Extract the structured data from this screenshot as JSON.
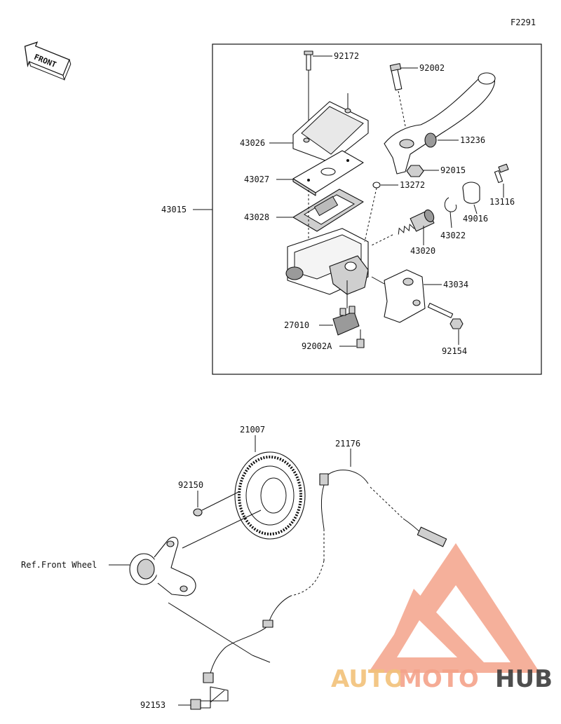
{
  "diagram": {
    "code": "F2291",
    "front_tag": "FRONT",
    "reference_label": "Ref.Front Wheel",
    "parts": [
      {
        "id": "p92172",
        "number": "92172"
      },
      {
        "id": "p92002",
        "number": "92002"
      },
      {
        "id": "p43026",
        "number": "43026"
      },
      {
        "id": "p13236",
        "number": "13236"
      },
      {
        "id": "p92015",
        "number": "92015"
      },
      {
        "id": "p43027",
        "number": "43027"
      },
      {
        "id": "p13272",
        "number": "13272"
      },
      {
        "id": "p13116",
        "number": "13116"
      },
      {
        "id": "p43015",
        "number": "43015"
      },
      {
        "id": "p43028",
        "number": "43028"
      },
      {
        "id": "p49016",
        "number": "49016"
      },
      {
        "id": "p43022",
        "number": "43022"
      },
      {
        "id": "p43020",
        "number": "43020"
      },
      {
        "id": "p43034",
        "number": "43034"
      },
      {
        "id": "p27010",
        "number": "27010"
      },
      {
        "id": "p92002A",
        "number": "92002A"
      },
      {
        "id": "p92154",
        "number": "92154"
      },
      {
        "id": "p21007",
        "number": "21007"
      },
      {
        "id": "p21176",
        "number": "21176"
      },
      {
        "id": "p92150",
        "number": "92150"
      },
      {
        "id": "p92153",
        "number": "92153"
      }
    ]
  },
  "watermark": {
    "part1": "AUTO",
    "part2": "MOTO",
    "part3": "HUB",
    "color_primary": "#f4a38a",
    "color_secondary": "#f2c27a",
    "color_dark": "#3b3b3b"
  }
}
